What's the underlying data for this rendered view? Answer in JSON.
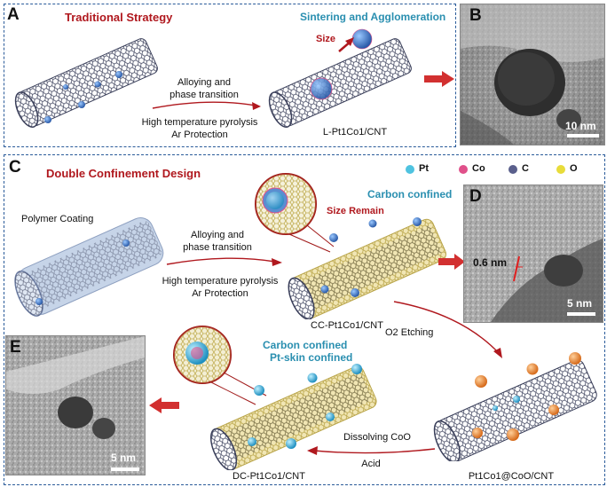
{
  "panels": {
    "a": {
      "letter": "A",
      "title": "Traditional Strategy",
      "sintering": "Sintering and Agglomeration",
      "size": "Size",
      "step_top_1": "Alloying and",
      "step_top_2": "phase transition",
      "step_bottom_1": "High temperature pyrolysis",
      "step_bottom_2": "Ar Protection",
      "product": "L-Pt1Co1/CNT"
    },
    "b": {
      "letter": "B",
      "scale": "10 nm"
    },
    "c": {
      "letter": "C",
      "title": "Double Confinement Design",
      "legend": [
        "Pt",
        "Co",
        "C",
        "O"
      ],
      "polymer": "Polymer Coating",
      "step_top_1": "Alloying and",
      "step_top_2": "phase transition",
      "step_bottom_1": "High temperature pyrolysis",
      "step_bottom_2": "Ar Protection",
      "carbon_confined": "Carbon confined",
      "size_remain": "Size Remain",
      "cc_product": "CC-Pt1Co1/CNT",
      "etching": "O2  Etching",
      "coo_product": "Pt1Co1@CoO/CNT",
      "dissolving": "Dissolving CoO",
      "acid": "Acid",
      "dc_product": "DC-Pt1Co1/CNT",
      "dc_carbon": "Carbon confined",
      "dc_skin": "Pt-skin confined"
    },
    "d": {
      "letter": "D",
      "lattice": "0.6 nm",
      "scale": "5 nm"
    },
    "e": {
      "letter": "E",
      "scale": "5 nm"
    }
  },
  "colors": {
    "pt": "#4fc3e0",
    "co": "#e0508a",
    "c": "#5a5f8c",
    "o": "#e8dc3a",
    "accent_red": "#b0181e",
    "accent_blue": "#2a8fb0"
  }
}
